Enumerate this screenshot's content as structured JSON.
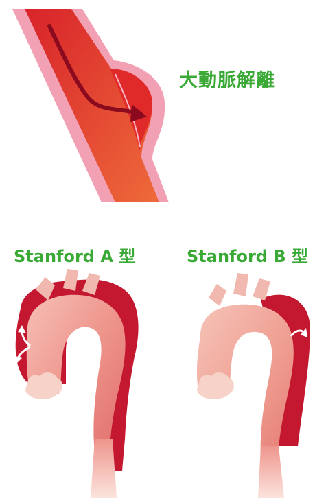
{
  "title": "大動脈解離",
  "type_a_label": "Stanford A 型",
  "type_b_label": "Stanford B 型",
  "colors": {
    "label_green": "#3aa935",
    "vessel_wall": "#f2a0b4",
    "vessel_lumen": "#e33a2c",
    "dissection": "#c41830",
    "aorta_light": "#f0a49c",
    "aorta_mid": "#e57a74",
    "arrow_dark": "#8b0a1e"
  }
}
